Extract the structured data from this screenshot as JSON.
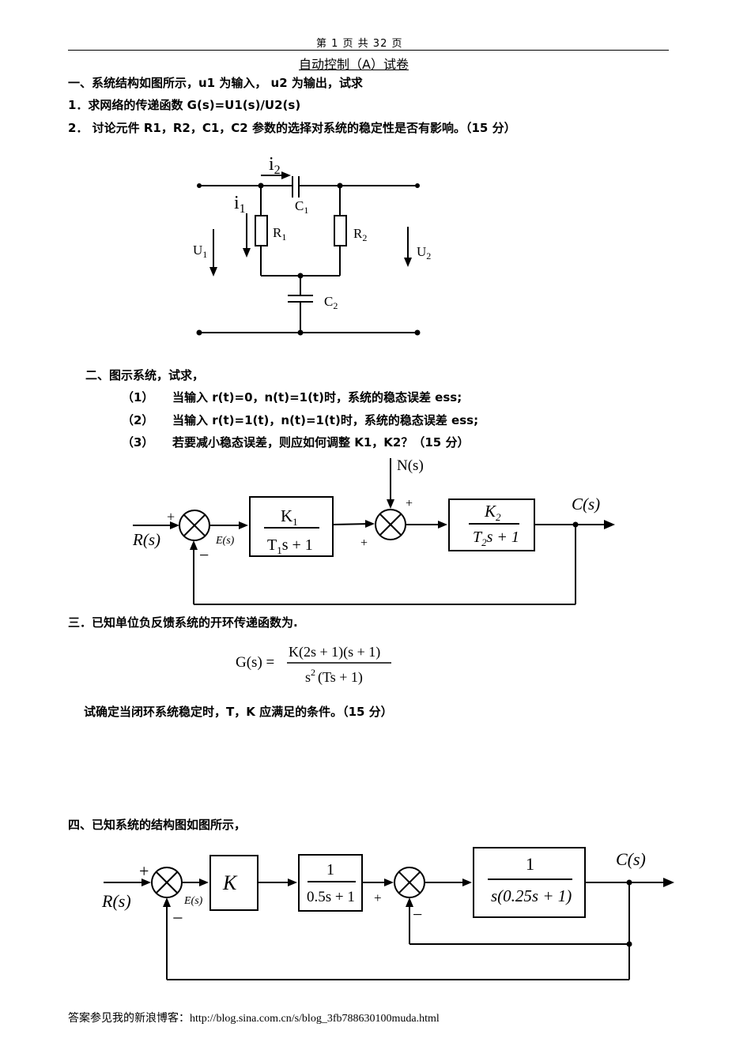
{
  "header": {
    "page_number": "第 1 页 共 32 页",
    "title": "自动控制（A）试卷"
  },
  "q1": {
    "intro": "一、系统结构如图所示，u1 为输入， u2 为输出，试求",
    "item1": "1．求网络的传递函数 G(s)=U1(s)/U2(s)",
    "item2": "2． 讨论元件 R1，R2，C1，C2 参数的选择对系统的稳定性是否有影响。（15 分）",
    "circuit": {
      "i2": "i",
      "i2_sub": "2",
      "i1": "i",
      "i1_sub": "1",
      "C1": "C",
      "C1_sub": "1",
      "R1": "R",
      "R1_sub": "1",
      "R2": "R",
      "R2_sub": "2",
      "U1": "U",
      "U1_sub": "1",
      "U2": "U",
      "U2_sub": "2",
      "C2": "C",
      "C2_sub": "2"
    }
  },
  "q2": {
    "intro": "二、图示系统，试求，",
    "item1_num": "（1）",
    "item1": "当输入 r(t)=0，n(t)=1(t)时，系统的稳态误差 ess;",
    "item2_num": "（2）",
    "item2": "当输入 r(t)=1(t)，n(t)=1(t)时，系统的稳态误差 ess;",
    "item3_num": "（3）",
    "item3": "若要减小稳态误差，则应如何调整 K1，K2？（15 分）",
    "diagram": {
      "N": "N(s)",
      "R": "R(s)",
      "E": "E(s)",
      "C": "C(s)",
      "plus1": "+",
      "minus1": "−",
      "plus2": "+",
      "plus3": "+",
      "g1_num": "K",
      "g1_num_sub": "1",
      "g1_den_a": "T",
      "g1_den_sub": "1",
      "g1_den_b": "s + 1",
      "g2_num": "K",
      "g2_num_sub": "2",
      "g2_den_a": "T",
      "g2_den_sub": "2",
      "g2_den_b": "s + 1"
    }
  },
  "q3": {
    "intro": "三．已知单位负反馈系统的开环传递函数为.",
    "lhs": "G(s) =",
    "num": "K(2s + 1)(s + 1)",
    "den_a": "s",
    "den_sup": "2",
    "den_b": "(Ts + 1)",
    "task": "试确定当闭环系统稳定时，T，K 应满足的条件。（15 分）"
  },
  "q4": {
    "intro": "四、已知系统的结构图如图所示，",
    "diagram": {
      "R": "R(s)",
      "E": "E(s)",
      "C": "C(s)",
      "plus1": "+",
      "minus1": "−",
      "plus2": "+",
      "minus2": "−",
      "K": "K",
      "g2_num": "1",
      "g2_den": "0.5s + 1",
      "g3_num": "1",
      "g3_den": "s(0.25s + 1)"
    }
  },
  "footer": {
    "text": "答案参见我的新浪博客：http://blog.sina.com.cn/s/blog_3fb788630100muda.html"
  }
}
